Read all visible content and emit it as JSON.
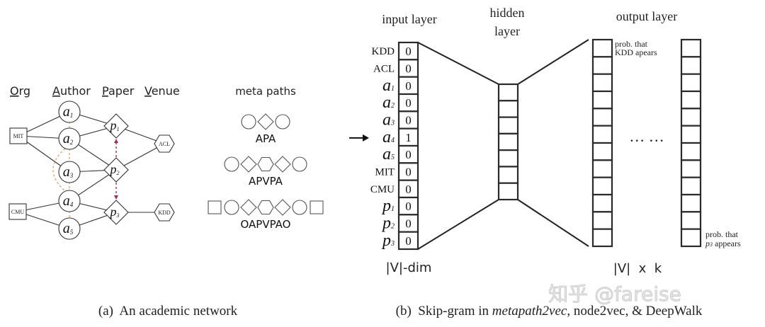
{
  "panel_a": {
    "column_headers": [
      {
        "first": "O",
        "rest": "rg"
      },
      {
        "first": "A",
        "rest": "uthor"
      },
      {
        "first": "P",
        "rest": "aper"
      },
      {
        "first": "V",
        "rest": "enue"
      }
    ],
    "orgs": [
      {
        "id": "MIT",
        "label": "MIT"
      },
      {
        "id": "CMU",
        "label": "CMU"
      }
    ],
    "authors": [
      {
        "id": "a1",
        "base": "a",
        "sub": "1"
      },
      {
        "id": "a2",
        "base": "a",
        "sub": "2"
      },
      {
        "id": "a3",
        "base": "a",
        "sub": "3"
      },
      {
        "id": "a4",
        "base": "a",
        "sub": "4"
      },
      {
        "id": "a5",
        "base": "a",
        "sub": "5"
      }
    ],
    "papers": [
      {
        "id": "p1",
        "base": "p",
        "sub": "1"
      },
      {
        "id": "p2",
        "base": "p",
        "sub": "2"
      },
      {
        "id": "p3",
        "base": "p",
        "sub": "3"
      }
    ],
    "venues": [
      {
        "id": "ACL",
        "label": "ACL"
      },
      {
        "id": "KDD",
        "label": "KDD"
      }
    ],
    "edges": [
      [
        "MIT",
        "a1"
      ],
      [
        "MIT",
        "a2"
      ],
      [
        "MIT",
        "a3"
      ],
      [
        "CMU",
        "a4"
      ],
      [
        "CMU",
        "a5"
      ],
      [
        "a1",
        "p1"
      ],
      [
        "a2",
        "p1"
      ],
      [
        "a2",
        "p2"
      ],
      [
        "a3",
        "p2"
      ],
      [
        "a4",
        "p2"
      ],
      [
        "a4",
        "p3"
      ],
      [
        "a5",
        "p3"
      ],
      [
        "p1",
        "ACL"
      ],
      [
        "p2",
        "ACL"
      ],
      [
        "p3",
        "KDD"
      ]
    ],
    "dashed_author_links": [
      [
        "a1",
        "a2"
      ],
      [
        "a2",
        "a3"
      ],
      [
        "a3",
        "a4"
      ],
      [
        "a4",
        "a5"
      ],
      [
        "a2",
        "a4"
      ]
    ],
    "dashed_paper_arrows": [
      [
        "p2",
        "p1"
      ],
      [
        "p2",
        "p3"
      ]
    ],
    "meta_paths_title": "meta paths",
    "meta_paths": [
      {
        "name": "APA",
        "shapes": [
          "circle",
          "diamond",
          "circle"
        ]
      },
      {
        "name": "APVPA",
        "shapes": [
          "circle",
          "diamond",
          "hexagon",
          "diamond",
          "circle"
        ]
      },
      {
        "name": "OAPVPAO",
        "shapes": [
          "square",
          "circle",
          "diamond",
          "hexagon",
          "diamond",
          "circle",
          "square"
        ]
      }
    ],
    "caption": "(a)  An academic network"
  },
  "panel_b": {
    "input_title": "input layer",
    "hidden_title_line1": "hidden",
    "hidden_title_line2": "layer",
    "output_title": "output layer",
    "input_rows": [
      {
        "label": "KDD",
        "type": "text",
        "value": "0"
      },
      {
        "label": "ACL",
        "type": "text",
        "value": "0"
      },
      {
        "label": "a",
        "sub": "1",
        "type": "var",
        "value": "0"
      },
      {
        "label": "a",
        "sub": "2",
        "type": "var",
        "value": "0"
      },
      {
        "label": "a",
        "sub": "3",
        "type": "var",
        "value": "0"
      },
      {
        "label": "a",
        "sub": "4",
        "type": "var",
        "value": "1",
        "arrow": true
      },
      {
        "label": "a",
        "sub": "5",
        "type": "var",
        "value": "0"
      },
      {
        "label": "MIT",
        "type": "text",
        "value": "0"
      },
      {
        "label": "CMU",
        "type": "text",
        "value": "0"
      },
      {
        "label": "p",
        "sub": "1",
        "type": "var",
        "value": "0"
      },
      {
        "label": "p",
        "sub": "2",
        "type": "var",
        "value": "0"
      },
      {
        "label": "p",
        "sub": "3",
        "type": "var",
        "value": "0"
      }
    ],
    "hidden_cells": 7,
    "output_columns": 2,
    "output_cells_per_column": 12,
    "ellipsis": "… …",
    "top_note_line1": "prob. that",
    "top_note_line2": "KDD apears",
    "bottom_note_line1": "prob. that",
    "bottom_note_var": "p",
    "bottom_note_sub": "3",
    "bottom_note_rest": " appears",
    "input_dim_label": "|V|-dim",
    "output_dim_label": "|V|  x  k",
    "caption_prefix": "(b)  Skip-gram in ",
    "caption_italic": "metapath2vec",
    "caption_suffix": ", node2vec, & DeepWalk"
  },
  "watermark": "知乎 @fareise"
}
